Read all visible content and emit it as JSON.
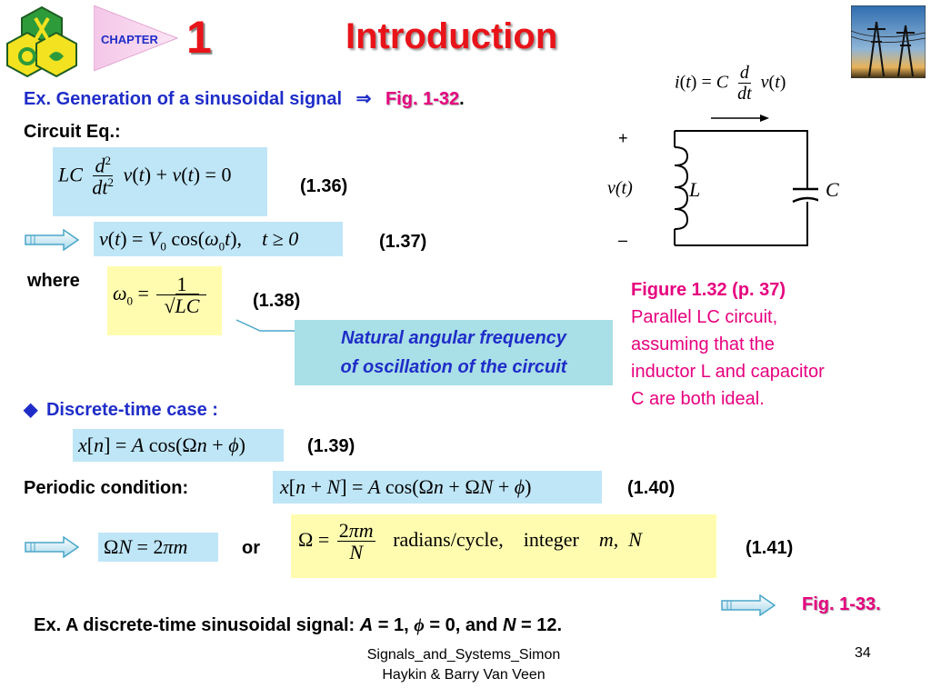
{
  "header": {
    "chapter_label": "CHAPTER",
    "chapter_number": "1",
    "title": "Introduction"
  },
  "example1": {
    "prefix": "Ex. Generation of a sinusoidal signal",
    "arrow_symbol": "⇒",
    "fig_link": "Fig. 1-32",
    "period": "."
  },
  "circuit_eq_label": "Circuit Eq.:",
  "equations": {
    "eq136_num": "(1.36)",
    "eq137_num": "(1.37)",
    "where_label": "where",
    "eq138_num": "(1.38)",
    "eq139_num": "(1.39)",
    "eq140_num": "(1.40)",
    "eq141_num": "(1.41)",
    "or_label": "or",
    "eq137_text": "t ≥ 0",
    "eq141_text": "radians/cycle,    integer"
  },
  "callout": {
    "line1": "Natural angular frequency",
    "line2": "of oscillation of the circuit"
  },
  "discrete": {
    "bullet": "◆",
    "label": "Discrete-time case :"
  },
  "periodic_label": "Periodic condition:",
  "example2": {
    "text_a": "Ex. A discrete-time sinusoidal signal: ",
    "A": "A",
    "text_b": " = 1, ",
    "phi": "ϕ",
    "text_c": " = 0, and ",
    "N": "N",
    "text_d": " = 12.",
    "fig_link": "Fig. 1-33."
  },
  "figure": {
    "caption_title": "Figure 1.32  (p. 37)",
    "caption_line1": "Parallel LC circuit,",
    "caption_line2": "assuming that the",
    "caption_line3": "inductor L and capacitor",
    "caption_line4": "C are both ideal.",
    "plus": "+",
    "minus": "–",
    "v_label": "v(t)",
    "L_label": "L",
    "C_label": "C"
  },
  "footer": {
    "source_line1": "Signals_and_Systems_Simon",
    "source_line2": "Haykin & Barry Van Veen",
    "page_number": "34"
  },
  "colors": {
    "title_red": "#e8141a",
    "blue_text": "#1f2dc8",
    "pink": "#e6007e",
    "box_blue": "#bfe6f7",
    "box_yellow": "#fffcb0",
    "callout_bg": "#a9dfe6"
  }
}
